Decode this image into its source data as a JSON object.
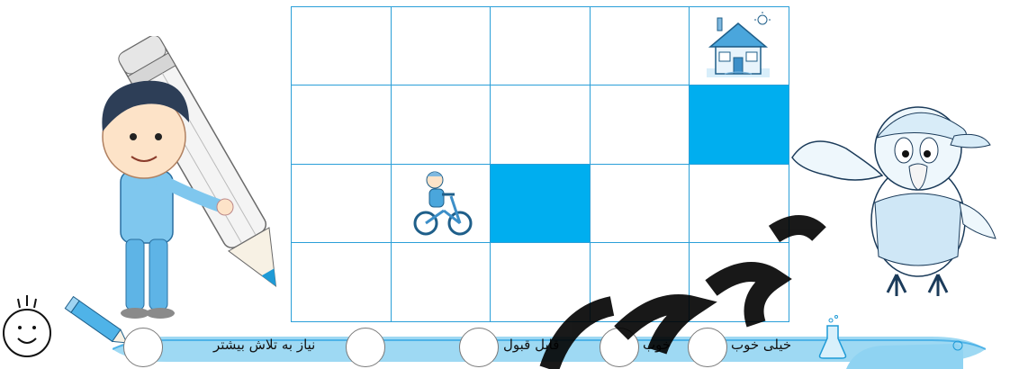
{
  "grid": {
    "rows": 4,
    "cols": 5,
    "filled_cells": [
      [
        1,
        4
      ],
      [
        2,
        2
      ]
    ],
    "house_cell": [
      0,
      4
    ],
    "bike_cell": [
      2,
      1
    ],
    "line_color": "#2a9fd8",
    "fill_color": "#00aeef"
  },
  "rating": {
    "options": [
      {
        "label": "خیلی خوب"
      },
      {
        "label": "خوب"
      },
      {
        "label": "قابل قبول"
      },
      {
        "label": "نیاز به تلاش بیشتر"
      }
    ],
    "ribbon_color": "#6ec9ef"
  },
  "icons": {
    "boy": "boy-with-pencil-icon",
    "parrot": "parrot-icon",
    "house": "house-icon",
    "bike": "bike-rider-icon",
    "smiley": "smiley-face-icon",
    "pencil": "pencil-icon",
    "flask": "flask-icon"
  }
}
